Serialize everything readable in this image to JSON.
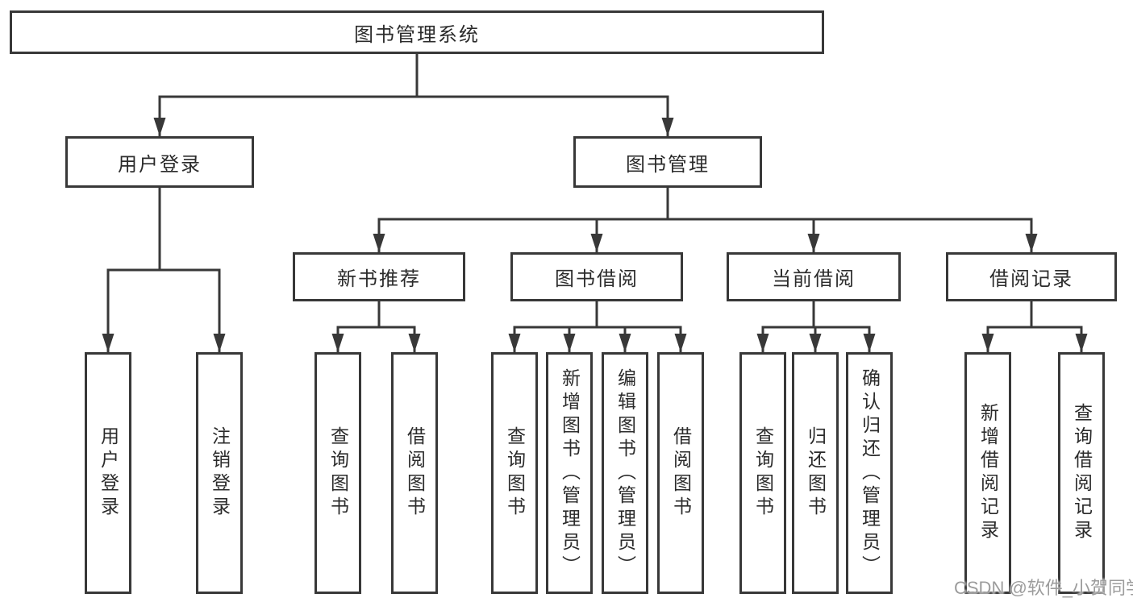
{
  "diagram": {
    "root": {
      "label": "图书管理系统"
    },
    "level2": [
      {
        "label": "用户登录"
      },
      {
        "label": "图书管理"
      }
    ],
    "level3": [
      {
        "label": "新书推荐"
      },
      {
        "label": "图书借阅"
      },
      {
        "label": "当前借阅"
      },
      {
        "label": "借阅记录"
      }
    ],
    "leaves": {
      "user_login": [
        "用户登录",
        "注销登录"
      ],
      "new_books": [
        "查询图书",
        "借阅图书"
      ],
      "book_borrow": [
        "查询图书",
        "新增图书（管理员）",
        "编辑图书（管理员）",
        "借阅图书"
      ],
      "current_borrow": [
        "查询图书",
        "归还图书",
        "确认归还（管理员）"
      ],
      "borrow_records": [
        "新增借阅记录",
        "查询借阅记录"
      ]
    }
  },
  "watermark": {
    "text": "CSDN @软件_小贺同学"
  },
  "colors": {
    "line": "#383838",
    "box_border": "#383838",
    "box_fill": "#ffffff",
    "text": "#2b2b2b",
    "watermark": "#9c9c9c"
  }
}
